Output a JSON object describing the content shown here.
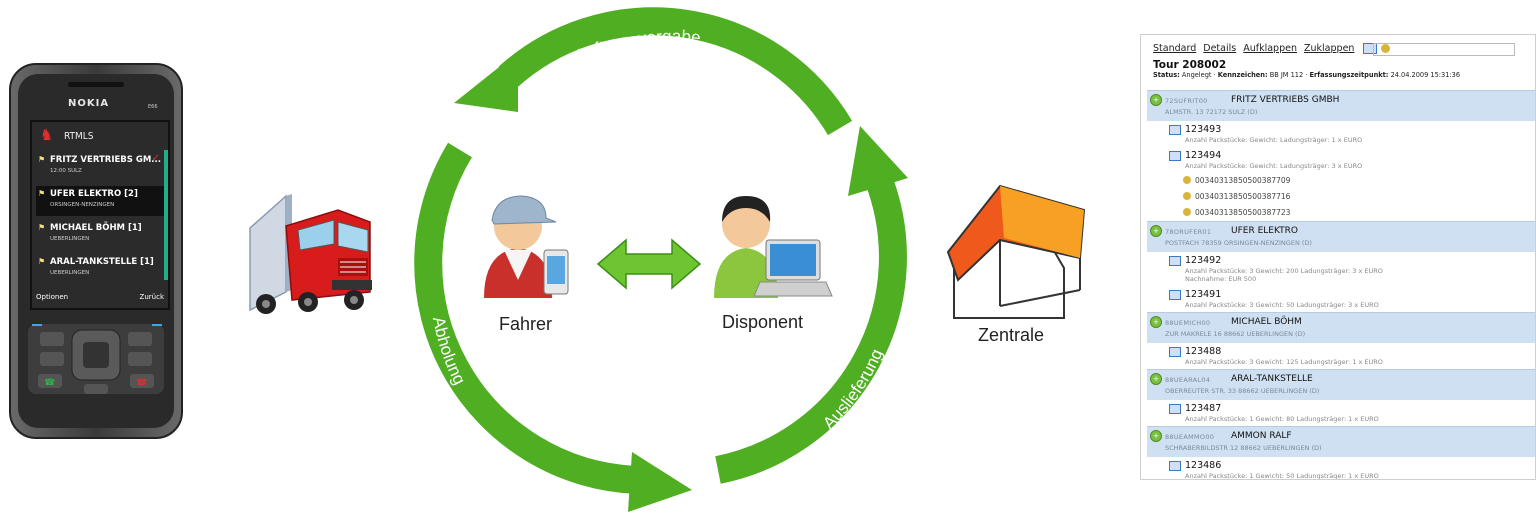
{
  "cycle": {
    "top_label": "Auftragsvergabe",
    "left_label": "Abholung",
    "right_label": "Auslieferung"
  },
  "people": {
    "driver_label": "Fahrer",
    "dispatcher_label": "Disponent"
  },
  "hq_label": "Zentrale",
  "phone": {
    "brand": "NOKIA",
    "model": "E66",
    "app_title": "RTMLS",
    "items": [
      {
        "main": "FRITZ VERTRIEBS GM...",
        "sub": "12:00 SULZ",
        "selected": false,
        "checked": true
      },
      {
        "main": "UFER ELEKTRO [2]",
        "sub": "ORSINGEN-NENZINGEN",
        "selected": true,
        "checked": false
      },
      {
        "main": "MICHAEL BÖHM [1]",
        "sub": "UEBERLINGEN",
        "selected": false,
        "checked": false
      },
      {
        "main": "ARAL-TANKSTELLE [1]",
        "sub": "UEBERLINGEN",
        "selected": false,
        "checked": false
      }
    ],
    "softkey_left": "Optionen",
    "softkey_right": "Zurück"
  },
  "panel": {
    "toolbar": [
      "Standard",
      "Details",
      "Aufklappen",
      "Zuklappen"
    ],
    "tour_title": "Tour 208002",
    "status_label": "Status:",
    "status_value": "Angelegt",
    "plate_label": "Kennzeichen:",
    "plate_value": "BB JM 112",
    "time_label": "Erfassungszeitpunkt:",
    "time_value": "24.04.2009 15:31:36",
    "stops": [
      {
        "code": "72SUFRIT00",
        "name": "FRITZ VERTRIEBS GMBH",
        "address": "ALMSTR. 13  72172 SULZ (D)",
        "orders": [
          {
            "number": "123493",
            "detail": "Anzahl Packstücke:   Gewicht:   Ladungsträger: 1 x EURO",
            "note": "",
            "packages": []
          },
          {
            "number": "123494",
            "detail": "Anzahl Packstücke:   Gewicht:   Ladungsträger: 3 x EURO",
            "note": "",
            "packages": [
              "00340313850500387709",
              "00340313850500387716",
              "00340313850500387723"
            ]
          }
        ]
      },
      {
        "code": "78ORUFER01",
        "name": "UFER ELEKTRO",
        "address": "POSTFACH  78359 ORSINGEN-NENZINGEN (D)",
        "orders": [
          {
            "number": "123492",
            "detail": "Anzahl Packstücke: 3   Gewicht: 200   Ladungsträger: 3 x EURO",
            "note": "Nachnahme: EUR 500",
            "packages": []
          },
          {
            "number": "123491",
            "detail": "Anzahl Packstücke: 3   Gewicht: 50   Ladungsträger: 3 x EURO",
            "note": "",
            "packages": []
          }
        ]
      },
      {
        "code": "88UEMICH00",
        "name": "MICHAEL BÖHM",
        "address": "ZUR MAKRELE 16  88662 UEBERLINGEN (D)",
        "orders": [
          {
            "number": "123488",
            "detail": "Anzahl Packstücke: 3   Gewicht: 125   Ladungsträger: 1 x EURO",
            "note": "",
            "packages": []
          }
        ]
      },
      {
        "code": "88UEARAL04",
        "name": "ARAL-TANKSTELLE",
        "address": "OBERREUTER STR. 33  88662 UEBERLINGEN (D)",
        "orders": [
          {
            "number": "123487",
            "detail": "Anzahl Packstücke: 1   Gewicht: 80   Ladungsträger: 1 x EURO",
            "note": "",
            "packages": []
          }
        ]
      },
      {
        "code": "88UEAMMO00",
        "name": "AMMON RALF",
        "address": "SCHRABERBILDSTR 12  88662 UEBERLINGEN (D)",
        "orders": [
          {
            "number": "123486",
            "detail": "Anzahl Packstücke: 1   Gewicht: 50   Ladungsträger: 1 x EURO",
            "note": "",
            "packages": []
          }
        ]
      }
    ]
  },
  "colors": {
    "arrow_green": "#5dbb2a",
    "arrow_green_dark": "#3d8f17",
    "truck_red": "#d81c1c",
    "roof_orange": "#f0561a",
    "panel_highlight": "#cfe0f2"
  },
  "icons": [
    "cycle-arrow",
    "truck-icon",
    "driver-icon",
    "smartphone-icon",
    "double-arrow-icon",
    "dispatcher-icon",
    "laptop-icon",
    "house-icon"
  ]
}
